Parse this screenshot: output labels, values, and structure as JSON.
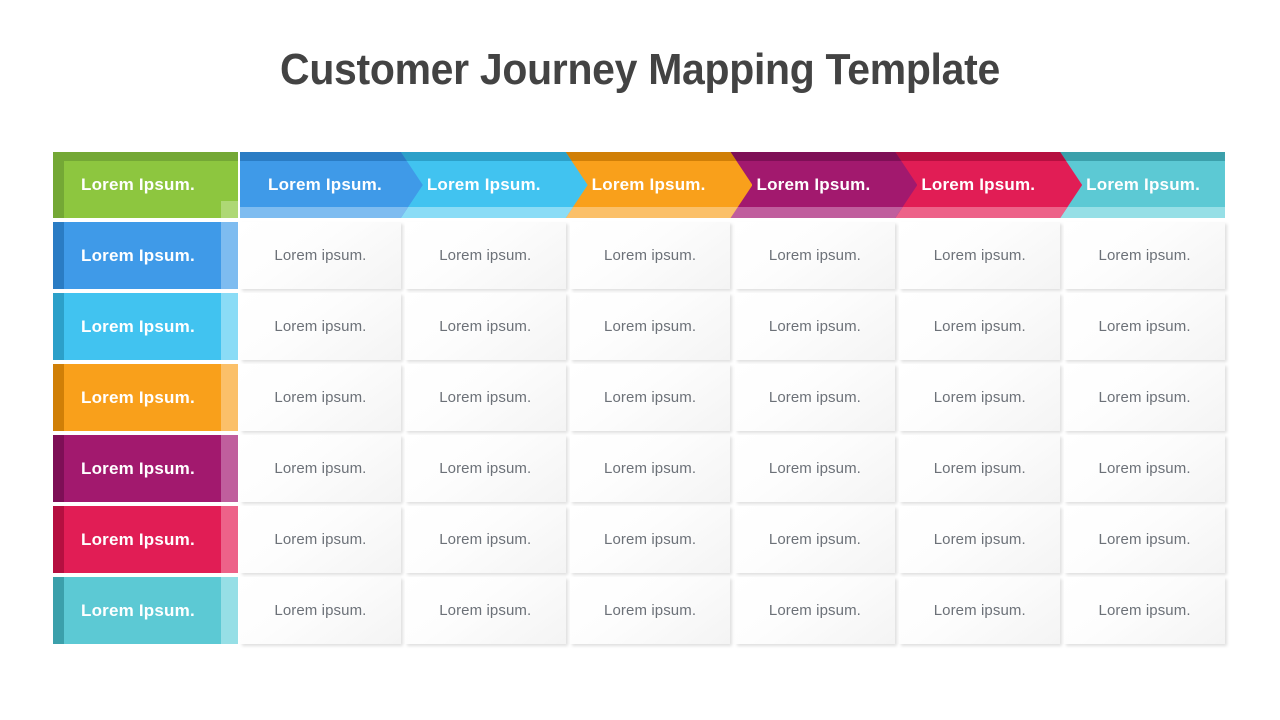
{
  "page": {
    "title": "Customer Journey Mapping Template",
    "background": "#ffffff"
  },
  "matrix": {
    "header_label_text": "Lorem  Ipsum.",
    "row_label_text": "Lorem  Ipsum.",
    "cell_text": "Lorem ipsum.",
    "columns": 6,
    "rows": 6,
    "corner": {
      "label": "Lorem  Ipsum.",
      "color_main": "#8dc63f",
      "color_dark": "#74a835",
      "color_light": "#aed875"
    },
    "header_segments": [
      {
        "label": "Lorem  Ipsum.",
        "color_main": "#3f9ae8",
        "color_dark": "#2a7cc4",
        "color_light": "#7ebcf0"
      },
      {
        "label": "Lorem  Ipsum.",
        "color_main": "#41c3f0",
        "color_dark": "#2ca0c9",
        "color_light": "#8adcf6"
      },
      {
        "label": "Lorem  Ipsum.",
        "color_main": "#f9a01b",
        "color_dark": "#d07f07",
        "color_light": "#fbc069"
      },
      {
        "label": "Lorem  Ipsum.",
        "color_main": "#a2196e",
        "color_dark": "#7e0f56",
        "color_light": "#c05e9d"
      },
      {
        "label": "Lorem  Ipsum.",
        "color_main": "#e11d55",
        "color_dark": "#b50f40",
        "color_light": "#ed6289"
      },
      {
        "label": "Lorem  Ipsum.",
        "color_main": "#5cc9d4",
        "color_dark": "#3ba0ab",
        "color_light": "#96dfe6"
      }
    ],
    "row_labels": [
      {
        "label": "Lorem  Ipsum.",
        "color_main": "#3f9ae8",
        "color_dark": "#2a7cc4",
        "color_light": "#7ebcf0"
      },
      {
        "label": "Lorem  Ipsum.",
        "color_main": "#41c3f0",
        "color_dark": "#2ca0c9",
        "color_light": "#8adcf6"
      },
      {
        "label": "Lorem  Ipsum.",
        "color_main": "#f9a01b",
        "color_dark": "#d07f07",
        "color_light": "#fbc069"
      },
      {
        "label": "Lorem  Ipsum.",
        "color_main": "#a2196e",
        "color_dark": "#7e0f56",
        "color_light": "#c05e9d"
      },
      {
        "label": "Lorem  Ipsum.",
        "color_main": "#e11d55",
        "color_dark": "#b50f40",
        "color_light": "#ed6289"
      },
      {
        "label": "Lorem  Ipsum.",
        "color_main": "#5cc9d4",
        "color_dark": "#3ba0ab",
        "color_light": "#96dfe6"
      }
    ],
    "cells": [
      [
        "Lorem ipsum.",
        "Lorem ipsum.",
        "Lorem ipsum.",
        "Lorem ipsum.",
        "Lorem ipsum.",
        "Lorem ipsum."
      ],
      [
        "Lorem ipsum.",
        "Lorem ipsum.",
        "Lorem ipsum.",
        "Lorem ipsum.",
        "Lorem ipsum.",
        "Lorem ipsum."
      ],
      [
        "Lorem ipsum.",
        "Lorem ipsum.",
        "Lorem ipsum.",
        "Lorem ipsum.",
        "Lorem ipsum.",
        "Lorem ipsum."
      ],
      [
        "Lorem ipsum.",
        "Lorem ipsum.",
        "Lorem ipsum.",
        "Lorem ipsum.",
        "Lorem ipsum.",
        "Lorem ipsum."
      ],
      [
        "Lorem ipsum.",
        "Lorem ipsum.",
        "Lorem ipsum.",
        "Lorem ipsum.",
        "Lorem ipsum.",
        "Lorem ipsum."
      ],
      [
        "Lorem ipsum.",
        "Lorem ipsum.",
        "Lorem ipsum.",
        "Lorem ipsum.",
        "Lorem ipsum.",
        "Lorem ipsum."
      ]
    ]
  }
}
